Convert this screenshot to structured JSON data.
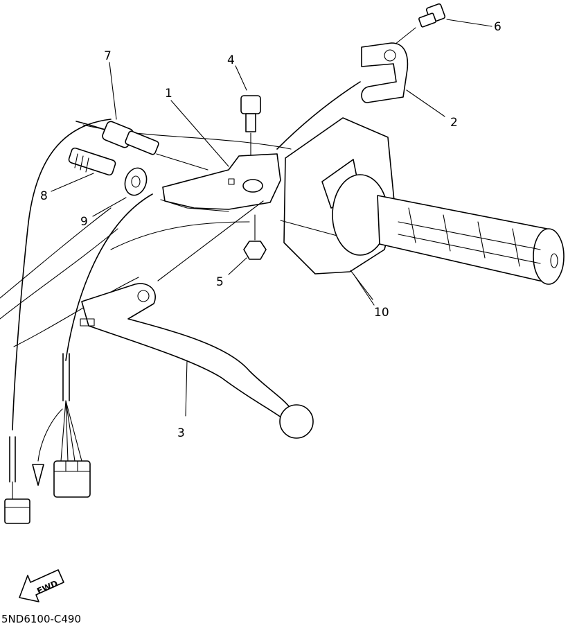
{
  "callouts": {
    "c1": "1",
    "c2": "2",
    "c3": "3",
    "c4": "4",
    "c5": "5",
    "c6": "6",
    "c7": "7",
    "c8": "8",
    "c9": "9",
    "c10": "10"
  },
  "direction_label": "FWD",
  "diagram_code": "5ND6100-C490"
}
